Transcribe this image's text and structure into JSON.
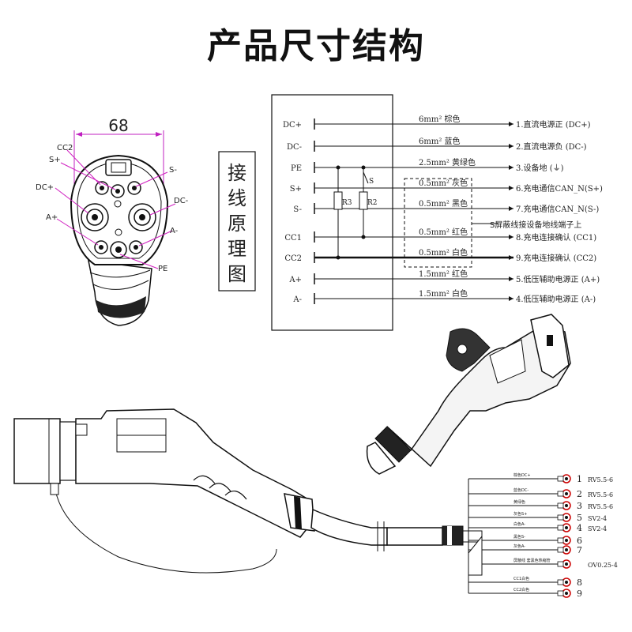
{
  "title": "产品尺寸结构",
  "front_view": {
    "dimension": "68",
    "labels": {
      "cc2": "CC2",
      "s_plus": "S+",
      "dc_plus": "DC+",
      "a_plus": "A+",
      "s_minus": "S-",
      "dc_minus": "DC-",
      "a_minus": "A-",
      "pe": "PE"
    }
  },
  "wiring": {
    "heading_chars": [
      "接",
      "线",
      "原",
      "理",
      "图"
    ],
    "pins": [
      "DC+",
      "DC-",
      "PE",
      "S+",
      "S-",
      "CC1",
      "CC2",
      "A+",
      "A-"
    ],
    "wires": [
      "6mm² 棕色",
      "6mm² 蓝色",
      "2.5mm² 黄绿色",
      "0.5mm² 灰色",
      "0.5mm² 黑色",
      "0.5mm² 红色",
      "0.5mm² 白色",
      "1.5mm² 红色",
      "1.5mm² 白色"
    ],
    "outputs": [
      "1.直流电源正 (DC+)",
      "2.直流电源负 (DC-)",
      "3.设备地 (⏚)",
      "6.充电通信CAN_N(S+)",
      "7.充电通信CAN_N(S-)",
      "8.充电连接确认 (CC1)",
      "9.充电连接确认 (CC2)",
      "5.低压辅助电源正 (A+)",
      "4.低压辅助电源正 (A-)"
    ],
    "shield_note": "S屏蔽线接设备地线端子上",
    "components": {
      "r3": "R3",
      "r2": "R2",
      "switch": "S"
    }
  },
  "harness": {
    "wire_labels": [
      "棕色DC+",
      "蓝色DC-",
      "黄绿色",
      "灰色S+",
      "白色A-",
      "黑色S-",
      "灰色A-",
      "屏蔽线 套黑色热缩管",
      "CC1白色",
      "CC2白色"
    ],
    "rows": [
      {
        "num": "1",
        "term": "RV5.5-6"
      },
      {
        "num": "2",
        "term": "RV5.5-6"
      },
      {
        "num": "3",
        "term": "RV5.5-6"
      },
      {
        "num": "5",
        "term": "SV2-4"
      },
      {
        "num": "4",
        "term": "SV2-4"
      },
      {
        "num": "6",
        "term": ""
      },
      {
        "num": "7",
        "term": ""
      },
      {
        "num": "",
        "term": "OV0.25-4"
      },
      {
        "num": "8",
        "term": ""
      },
      {
        "num": "9",
        "term": ""
      }
    ]
  },
  "colors": {
    "label_magenta": "#d020c0",
    "line": "#111111",
    "red": "#cc0000"
  }
}
